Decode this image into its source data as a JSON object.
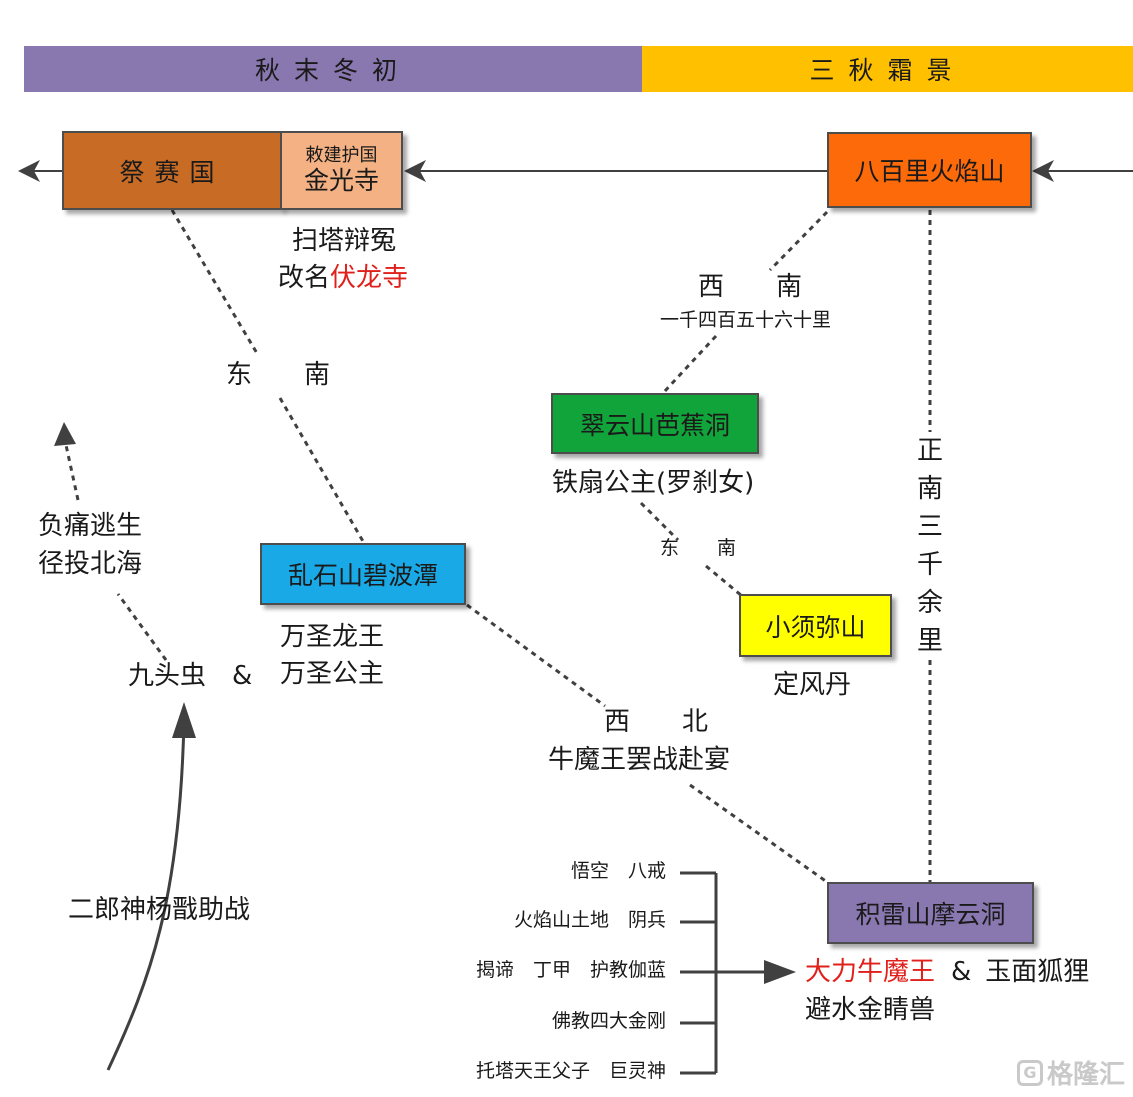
{
  "bands": {
    "left": "秋末冬初",
    "right": "三秋霜景",
    "left_color": "#8977b0",
    "right_color": "#ffc000"
  },
  "nodes": {
    "jisai": {
      "label": "祭赛国",
      "color": "#c86b24"
    },
    "jinguang": {
      "small": "敕建护国",
      "label": "金光寺",
      "color": "#f4b183"
    },
    "huoyan": {
      "label": "八百里火焰山",
      "color": "#fd6a0a"
    },
    "cuiyun": {
      "label": "翠云山芭蕉洞",
      "color": "#11a43a"
    },
    "luanshi": {
      "label": "乱石山碧波潭",
      "color": "#19a9e6"
    },
    "xiaoxumi": {
      "label": "小须弥山",
      "color": "#ffff00"
    },
    "jilei": {
      "label": "积雷山摩云洞",
      "color": "#8977b0"
    }
  },
  "texts": {
    "saota": "扫塔辩冤",
    "gaiming_prefix": "改名",
    "gaiming_red": "伏龙寺",
    "xinan": "西　　南",
    "distance": "一千四百五十六十里",
    "tieshan": "铁扇公主(罗刹女)",
    "dongnan_small": "东　　南",
    "dingfeng": "定风丹",
    "dongnan_big": "东　　南",
    "wansheng_longwang": "万圣龙王",
    "wansheng_gongzhu": "万圣公主",
    "jiutou": "九头虫",
    "amp1": "&",
    "futong": "负痛逃生",
    "jingtou": "径投北海",
    "erlang": "二郎神杨戬助战",
    "xibei": "西　　北",
    "niumo_bazhan": "牛魔王罢战赴宴",
    "zhengnan": "正南三千余里",
    "dali_red": "大力牛魔王",
    "amp2": "&",
    "yumian": "玉面狐狸",
    "bishui": "避水金睛兽"
  },
  "allies": [
    "悟空　八戒",
    "火焰山土地　阴兵",
    "揭谛　丁甲　护教伽蓝",
    "佛教四大金刚",
    "托塔天王父子　巨灵神"
  ],
  "watermark": "格隆汇"
}
